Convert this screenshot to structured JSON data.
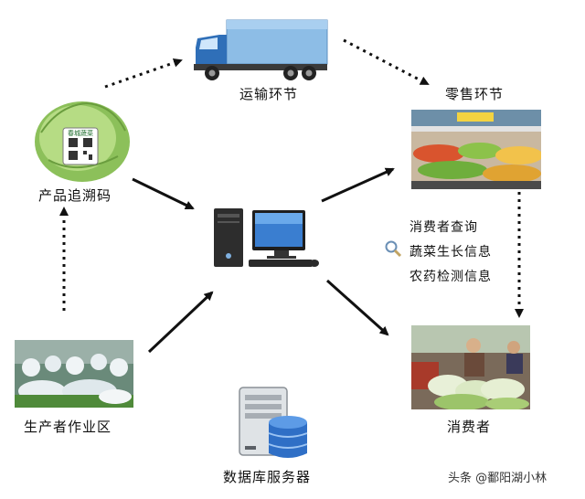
{
  "nodes": {
    "transport": "运输环节",
    "retail": "零售环节",
    "product_code": "产品追溯码",
    "producer_area": "生产者作业区",
    "consumer": "消费者",
    "database_server": "数据库服务器"
  },
  "cabbage_label": {
    "brand": "春城蔬菜"
  },
  "consumer_query": [
    "消费者查询",
    "蔬菜生长信息",
    "农药检测信息"
  ],
  "watermark": "头条 @鄱阳湖小林",
  "colors": {
    "truck_cargo": "#7fb3e0",
    "truck_cab": "#2f6fb8",
    "cabbage": "#9fce6a",
    "arrow": "#111111"
  }
}
